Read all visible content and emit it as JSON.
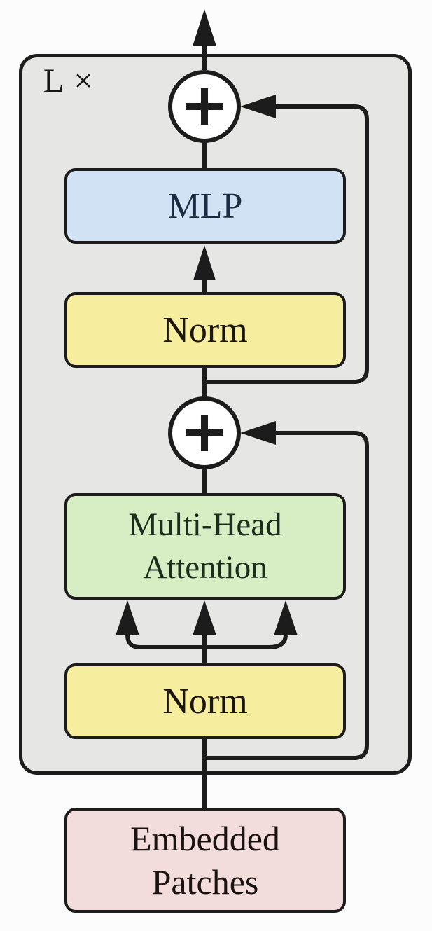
{
  "diagram": {
    "repeat_label": "L ×",
    "boxes": {
      "mlp": {
        "label": "MLP"
      },
      "norm_top": {
        "label": "Norm"
      },
      "multi_head_attention": {
        "line1": "Multi-Head",
        "line2": "Attention"
      },
      "norm_bottom": {
        "label": "Norm"
      },
      "embedded_patches": {
        "line1": "Embedded",
        "line2": "Patches"
      }
    },
    "operators": {
      "add_top": "+",
      "add_bottom": "+"
    },
    "colors": {
      "frame_fill": "#e6e6e4",
      "mlp_fill": "#d0e2f4",
      "norm_fill": "#f6ed9f",
      "attention_fill": "#d7edc3",
      "embedded_fill": "#f2dddc",
      "operator_fill": "#ffffff",
      "line": "#1c1c1c",
      "background": "#fcfcfc"
    }
  }
}
